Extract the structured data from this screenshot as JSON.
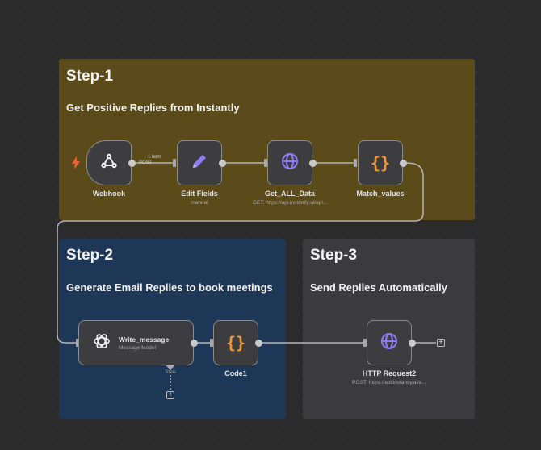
{
  "steps": [
    {
      "title": "Step-1",
      "subtitle": "Get Positive Replies from Instantly",
      "color": "#5b4a1a"
    },
    {
      "title": "Step-2",
      "subtitle": "Generate Email Replies to book meetings",
      "color": "#1e3756"
    },
    {
      "title": "Step-3",
      "subtitle": "Send Replies Automatically",
      "color": "#3b3b3e"
    }
  ],
  "nodes": {
    "webhook": {
      "label": "Webhook",
      "icon": "webhook-icon"
    },
    "edit_fields": {
      "label": "Edit Fields",
      "sublabel": "manual",
      "icon": "pencil-icon"
    },
    "get_all_data": {
      "label": "Get_ALL_Data",
      "sublabel": "GET: https://api.instantly.ai/api...",
      "icon": "globe-icon"
    },
    "match_values": {
      "label": "Match_values",
      "icon": "code-braces-icon"
    },
    "write_message": {
      "label": "Write_message",
      "sublabel": "Message Model",
      "icon": "openai-icon"
    },
    "code1": {
      "label": "Code1",
      "icon": "code-braces-icon"
    },
    "http_request2": {
      "label": "HTTP Request2",
      "sublabel": "POST: https://api.instantly.ai/a...",
      "icon": "globe-icon"
    }
  },
  "edges": {
    "webhook_count": "1 item",
    "webhook_method": "POST",
    "write_message_port": "Tools"
  },
  "colors": {
    "canvas": "#2b2b2c",
    "node": "#3d3d40",
    "wire": "#b5b5b5",
    "trigger_bolt": "#e8623a",
    "icon_purple": "#8e7cf0",
    "icon_orange": "#f19a3a"
  }
}
